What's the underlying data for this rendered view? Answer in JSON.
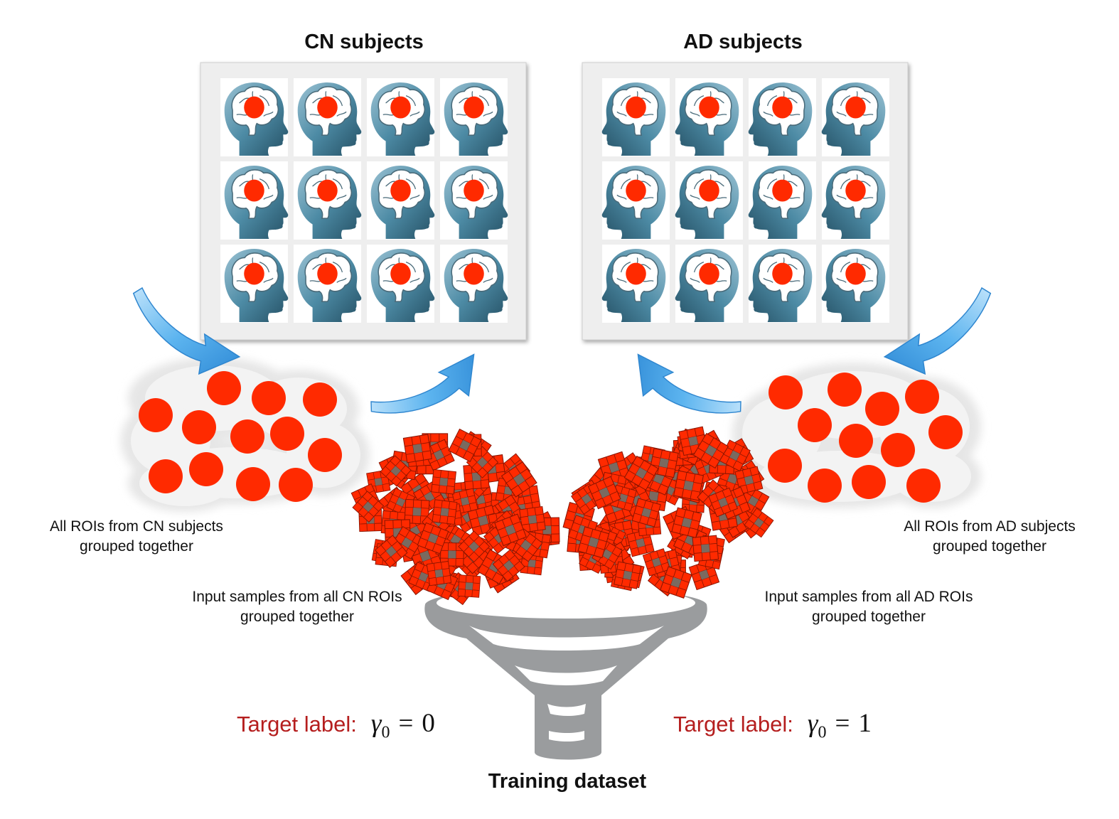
{
  "groups": {
    "cn": {
      "title": "CN subjects"
    },
    "ad": {
      "title": "AD subjects"
    }
  },
  "captions": {
    "cn_rois": [
      "All ROIs from CN subjects",
      "grouped together"
    ],
    "ad_rois": [
      "All ROIs from AD subjects",
      "grouped together"
    ],
    "cn_samples": [
      "Input samples from all CN ROIs",
      "grouped together"
    ],
    "ad_samples": [
      "Input samples from all AD ROIs",
      "grouped together"
    ]
  },
  "target_labels": {
    "cn": {
      "text": "Target label:",
      "symbol": "γ",
      "subscript": "0",
      "equals": "=",
      "value": "0"
    },
    "ad": {
      "text": "Target label:",
      "symbol": "γ",
      "subscript": "0",
      "equals": "=",
      "value": "1"
    }
  },
  "footer": {
    "title": "Training dataset"
  },
  "colors": {
    "roi": "#ff2a00",
    "head": "#3f7f99",
    "brain": "#ffffff",
    "arrow": "#4aa6e6",
    "funnel": "#9a9c9e",
    "patch_core": "#7a6a60",
    "target_text": "#b51e1e"
  },
  "icons": {
    "subject": "head-brain-icon",
    "arrow": "curved-arrow-icon",
    "funnel": "funnel-icon"
  }
}
